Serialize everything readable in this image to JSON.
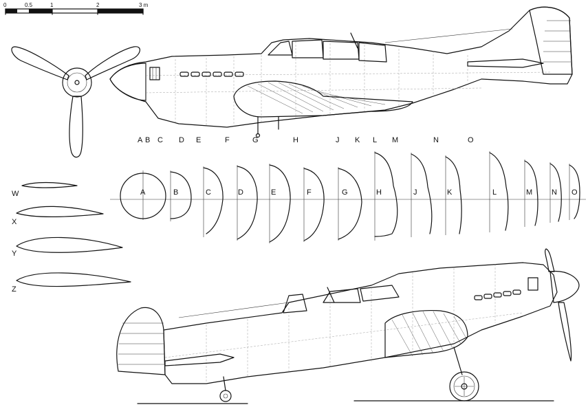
{
  "scale": {
    "ticks": [
      "0",
      "0.5",
      "1",
      "2",
      "3 m"
    ]
  },
  "top_stations": [
    "A",
    "B",
    "C",
    "D",
    "E",
    "F",
    "G",
    "H",
    "J",
    "K",
    "L",
    "M",
    "N",
    "O"
  ],
  "sections": [
    "A",
    "B",
    "C",
    "D",
    "E",
    "F",
    "G",
    "H",
    "J",
    "K",
    "L",
    "M",
    "N",
    "O"
  ],
  "airfoils": [
    "W",
    "X",
    "Y",
    "Z"
  ]
}
